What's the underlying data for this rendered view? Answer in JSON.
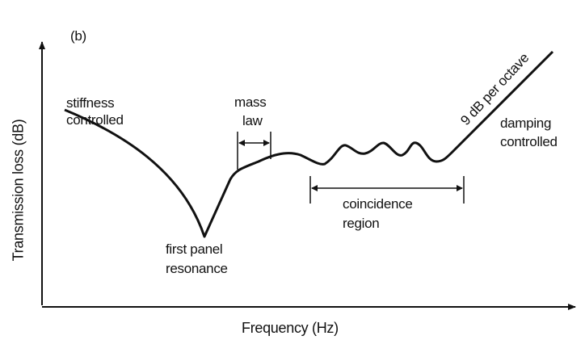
{
  "panel_label": "(b)",
  "axes": {
    "y_label": "Transmission loss (dB)",
    "x_label": "Frequency (Hz)"
  },
  "annotations": {
    "stiffness": [
      "stiffness",
      "controlled"
    ],
    "mass_law": [
      "mass",
      "law"
    ],
    "resonance": [
      "first panel",
      "resonance"
    ],
    "coincidence": [
      "coincidence",
      "region"
    ],
    "damping": [
      "damping",
      "controlled"
    ],
    "slope": "9 dB per octave"
  }
}
